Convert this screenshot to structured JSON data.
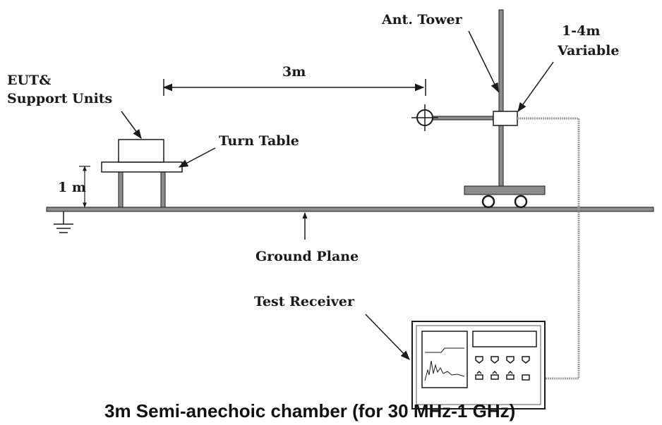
{
  "labels": {
    "eut_line1": "EUT&",
    "eut_line2": "Support Units",
    "distance": "3m",
    "ant_tower": "Ant. Tower",
    "variable_line1": "1-4m",
    "variable_line2": "Variable",
    "turn_table": "Turn Table",
    "height": "1 m",
    "ground_plane": "Ground Plane",
    "test_receiver": "Test Receiver"
  },
  "caption": "3m Semi-anechoic chamber (for 30 MHz-1 GHz)"
}
